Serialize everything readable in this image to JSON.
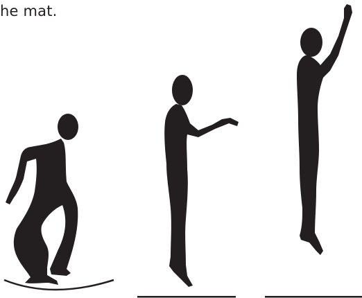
{
  "caption": "he mat.",
  "colors": {
    "silhouette": "#231f20",
    "ground": "#231f20",
    "background": "#ffffff"
  },
  "figures": [
    {
      "pose": "crouch-on-mat",
      "ground": "curved-mat"
    },
    {
      "pose": "standing-arm-forward",
      "ground": "flat-line"
    },
    {
      "pose": "jumping-arm-raised",
      "ground": "flat-line"
    }
  ]
}
